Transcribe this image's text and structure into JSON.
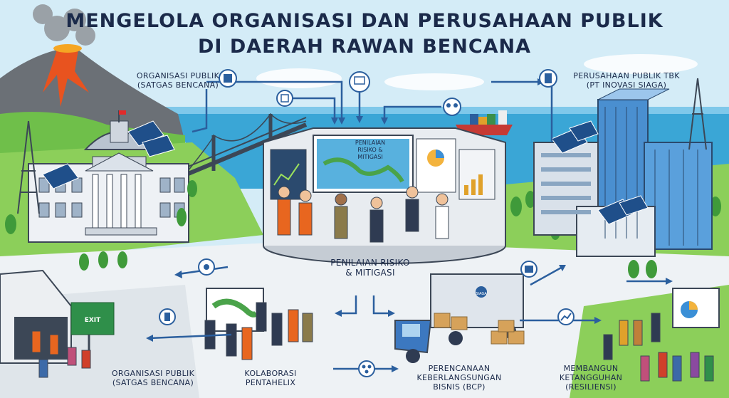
{
  "title": {
    "line1": "MENGELOLA ORGANISASI DAN PERUSAHAAN PUBLIK",
    "line2": "DI DAERAH RAWAN BENCANA"
  },
  "labels": {
    "org_top_1": "ORGANISASI PUBLIK",
    "org_top_2": "(SATGAS BENCANA)",
    "company_1": "PERUSAHAAN PUBLIK TBK",
    "company_2": "(PT INOVASI SIAGA)",
    "screen_1": "PENILAIAN",
    "screen_2": "RISIKO &",
    "screen_3": "MITIGASI",
    "center_1": "PENILAIAN RISIKO",
    "center_2": "& MITIGASI",
    "org_bottom_1": "ORGANISASI PUBLIK",
    "org_bottom_2": "(SATGAS BENCANA)",
    "collab_1": "KOLABORASI",
    "collab_2": "PENTAHELIX",
    "bcp_1": "PERENCANAAN",
    "bcp_2": "KEBERLANGSUNGAN",
    "bcp_3": "BISNIS (BCP)",
    "resil_1": "MEMBANGUN",
    "resil_2": "KETANGGUHAN",
    "resil_3": "(RESILIENSI)",
    "exit_sign": "EXIT",
    "truck_text": "SIAGA"
  },
  "colors": {
    "sky": "#cfe9f5",
    "sea": "#3aa6d6",
    "grass": "#8ccf5a",
    "road": "#e9eef2",
    "arrow": "#2b5f9e",
    "title": "#1b2a4a",
    "lava": "#e8531f"
  },
  "icons": [
    "building-icon",
    "certificate-icon",
    "presentation-icon",
    "office-building-icon",
    "meeting-icon",
    "network-icon",
    "box-icon",
    "growth-icon",
    "phone-icon",
    "gear-icon"
  ]
}
